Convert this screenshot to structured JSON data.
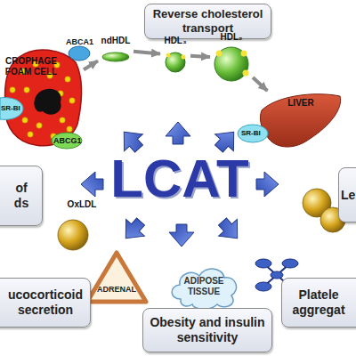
{
  "diagram": {
    "nodes": [
      {
        "text": [
          "Reverse cholesterol transport"
        ]
      },
      {
        "text": [
          "ndHDL"
        ]
      },
      {
        "text": [
          "HDL₃"
        ]
      },
      {
        "text": [
          "HDL₂"
        ]
      },
      {
        "text": [
          "CROPHAGE FOAM CELL"
        ]
      },
      {
        "text": [
          "LIVER"
        ]
      },
      {
        "text": [
          "of ds"
        ]
      },
      {
        "text": [
          "OxLDL"
        ]
      },
      {
        "text": [
          "Le"
        ]
      },
      {
        "text": [
          "ADRENAL"
        ]
      },
      {
        "text": [
          "ADIPOSE TISSUE"
        ]
      },
      {
        "text": [
          "ucocorticoid secretion"
        ]
      },
      {
        "text": [
          "Platele aggregat"
        ]
      },
      {
        "text": [
          "Obesity and insulin sensitivity"
        ]
      }
    ],
    "edges": [
      {
        "from": 4,
        "to": 1,
        "arrow": "to"
      },
      {
        "from": 1,
        "to": 2,
        "arrow": "to"
      },
      {
        "from": 2,
        "to": 3,
        "arrow": "to"
      },
      {
        "from": 3,
        "to": 5,
        "arrow": "to"
      }
    ],
    "labels": [
      "ABCA1",
      "SR-BI",
      "ABCG1",
      "SR-BI",
      "LCAT"
    ]
  }
}
